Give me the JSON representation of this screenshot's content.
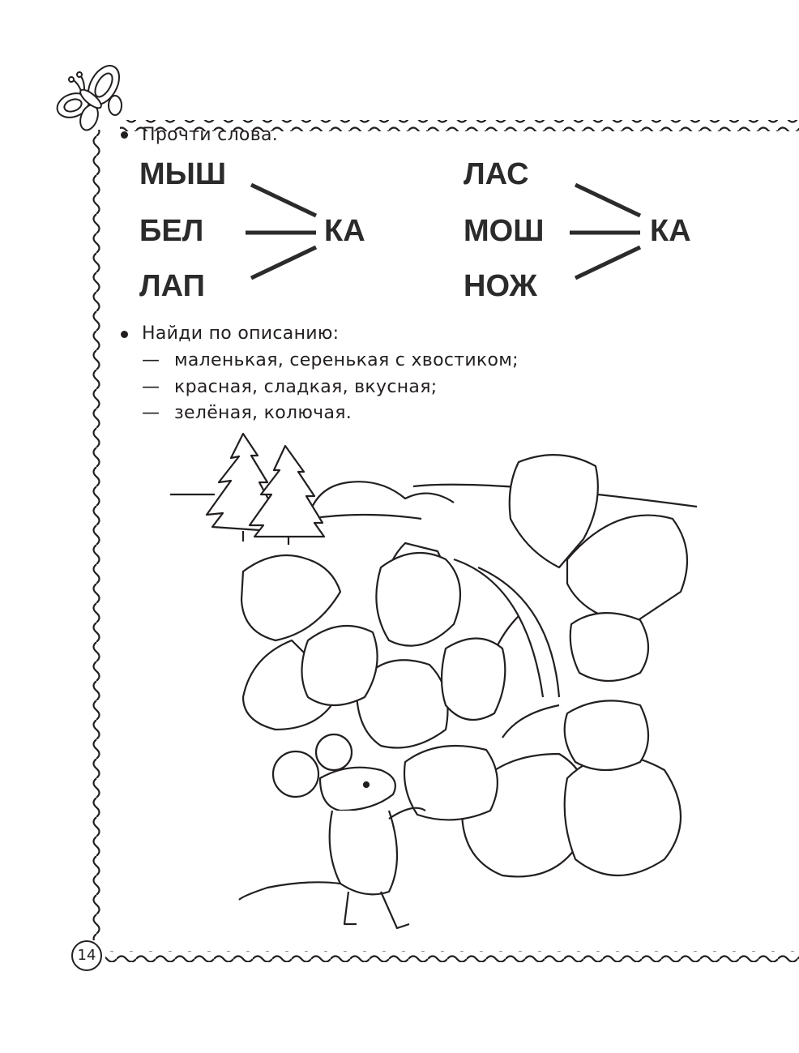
{
  "page_number": "14",
  "task1": {
    "instruction": "Прочти слова.",
    "groups": [
      {
        "stems": [
          "МЫШ",
          "БЕЛ",
          "ЛАП"
        ],
        "suffix": "КА"
      },
      {
        "stems": [
          "ЛАС",
          "МОШ",
          "НОЖ"
        ],
        "suffix": "КА"
      }
    ]
  },
  "task2": {
    "instruction": "Найди по описанию:",
    "dash": "—",
    "items": [
      "маленькая, серенькая с хвостиком;",
      "красная, сладкая, вкусная;",
      "зелёная, колючая."
    ]
  }
}
